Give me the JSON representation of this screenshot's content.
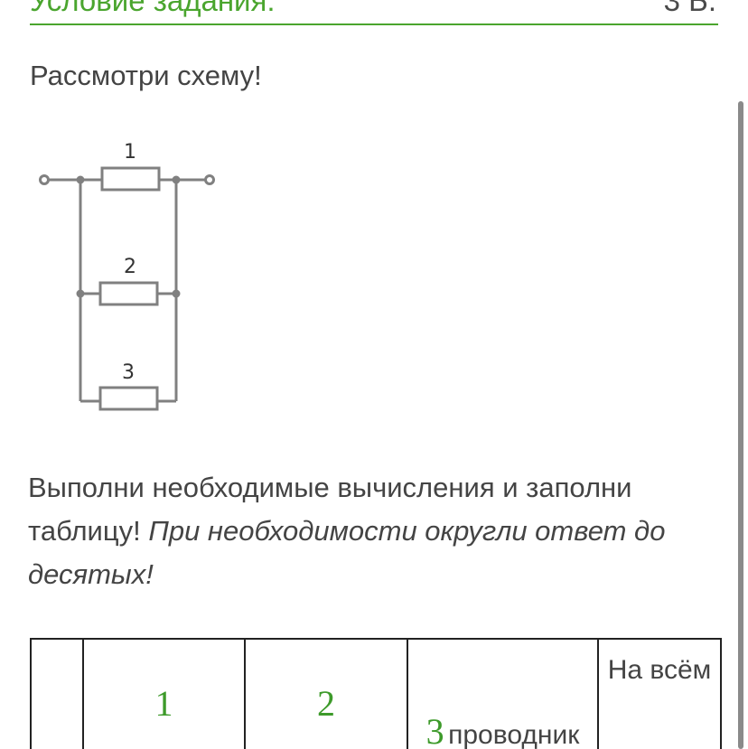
{
  "header": {
    "title": "Условие задания:",
    "points": "3 Б."
  },
  "intro_text": "Рассмотри схему!",
  "circuit": {
    "resistor_labels": [
      "1",
      "2",
      "3"
    ]
  },
  "task": {
    "text": "Выполни необходимые вычисления и заполни таблицу!",
    "hint": "При необходимости округли ответ до десятых!"
  },
  "table": {
    "header_cells": [
      {
        "number": "",
        "label": ""
      },
      {
        "number": "1",
        "label": ""
      },
      {
        "number": "2",
        "label": ""
      },
      {
        "number": "3",
        "label": "проводник"
      },
      {
        "number": "",
        "label": "На всём"
      }
    ]
  },
  "colors": {
    "accent": "#4aa52e",
    "number": "#3d9a2a"
  }
}
